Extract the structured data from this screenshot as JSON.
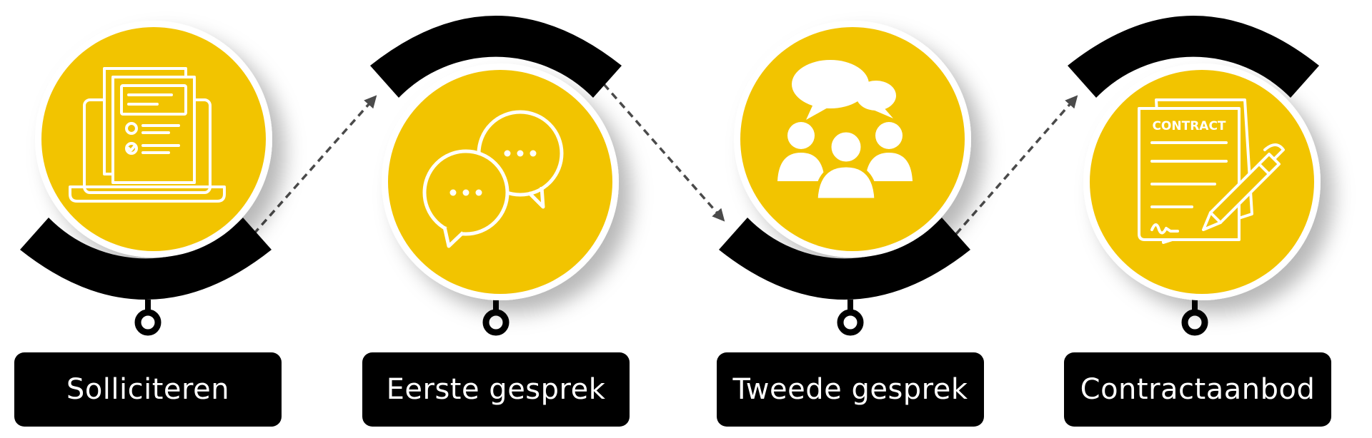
{
  "colors": {
    "accent": "#f2c400",
    "dark": "#000000",
    "light": "#ffffff"
  },
  "steps": [
    {
      "label": "Solliciteren",
      "icon": "laptop-application-icon"
    },
    {
      "label": "Eerste gesprek",
      "icon": "chat-bubbles-icon"
    },
    {
      "label": "Tweede gesprek",
      "icon": "group-discussion-icon"
    },
    {
      "label": "Contractaanbod",
      "icon": "contract-signing-icon",
      "icon_text": "CONTRACT"
    }
  ]
}
